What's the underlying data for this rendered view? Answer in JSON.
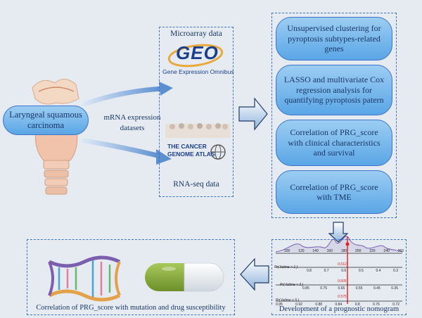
{
  "source": {
    "label": "Laryngeal squamous carcinoma",
    "arrow_label": "mRNA expression datasets"
  },
  "datasets": {
    "microarray_label": "Microarray data",
    "geo_logo_text": "GEO",
    "geo_logo_subtitle": "Gene Expression Omnibus",
    "tcga_logo_line1": "THE CANCER",
    "tcga_logo_line2": "GENOME ATLAS",
    "rnaseq_label": "RNA-seq data"
  },
  "analyses": [
    {
      "text": "Unsupervised clustering for pyroptosis subtypes-related genes"
    },
    {
      "text": "LASSO and multivariate Cox regression analysis for quantifying pyroptosis patern"
    },
    {
      "text": "Correlation of PRG_score with clinical characteristics and survival"
    },
    {
      "text": "Correlation of PRG_score with TME"
    }
  ],
  "nomogram": {
    "caption": "Development of a prognostic nomogram",
    "top_ticks": [
      "100",
      "120",
      "140",
      "160",
      "180",
      "200",
      "220",
      "240",
      "260"
    ],
    "rows": [
      {
        "label": "Pr( futime > 1 )",
        "ticks": [
          "0.8",
          "0.7",
          "0.6",
          "0.5",
          "0.4",
          "0.3"
        ],
        "value": "0.612"
      },
      {
        "label": "Pr( futime > 3 )",
        "ticks": [
          "0.85",
          "0.75",
          "0.65",
          "0.55",
          "0.45",
          "0.35"
        ],
        "value": "0.605"
      },
      {
        "label": "Pr( futime > 5 )",
        "ticks": [
          "0.95",
          "0.92",
          "0.88",
          "0.84",
          "0.8",
          "0.76",
          "0.72"
        ],
        "value": "0.575"
      }
    ]
  },
  "mutation": {
    "caption": "Correlation of PRG_score with mutation and drug susceptibility"
  },
  "colors": {
    "background": "#e6ebf2",
    "dashed_border": "#3d73c8",
    "pill_fill": "#7ab9ec",
    "arrow": "#5b8fd0",
    "text": "#1a3766"
  }
}
